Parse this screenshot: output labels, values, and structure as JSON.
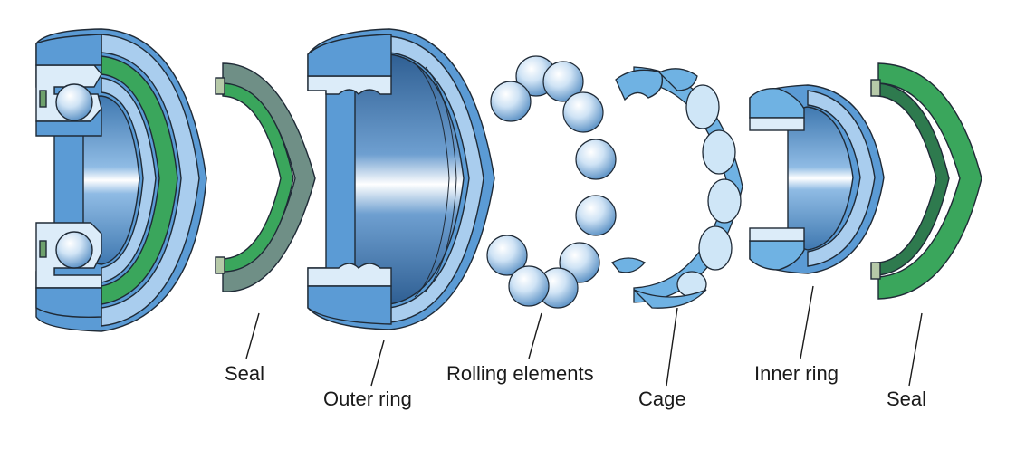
{
  "labels": {
    "seal_left": "Seal",
    "outer_ring": "Outer ring",
    "rolling_elements": "Rolling elements",
    "cage": "Cage",
    "inner_ring": "Inner ring",
    "seal_right": "Seal"
  },
  "colors": {
    "steel_blue": "#5b9bd5",
    "steel_light": "#a9cdee",
    "steel_pale": "#dcecf9",
    "steel_dark": "#3f78b0",
    "seal_green": "#3aa65c",
    "seal_dark_green": "#2e7a4e",
    "seal_gray_green": "#6f8f86",
    "cage_blue": "#6fb2e3",
    "outline": "#1f2a36"
  }
}
